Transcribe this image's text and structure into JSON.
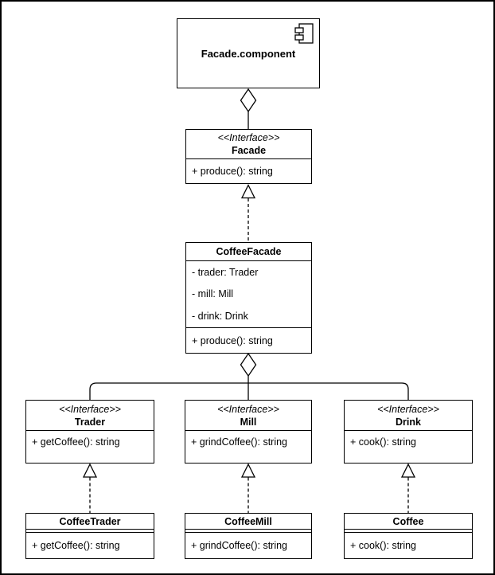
{
  "classes": {
    "facade_component": {
      "title": "Facade.component",
      "icon": "uml-component-icon"
    },
    "facade": {
      "stereotype": "<<Interface>>",
      "name": "Facade",
      "methods": [
        "+ produce(): string"
      ]
    },
    "coffee_facade": {
      "name": "CoffeeFacade",
      "attributes": [
        "- trader: Trader",
        "- mill: Mill",
        "- drink: Drink"
      ],
      "methods": [
        "+ produce(): string"
      ]
    },
    "trader": {
      "stereotype": "<<Interface>>",
      "name": "Trader",
      "methods": [
        "+ getCoffee(): string"
      ]
    },
    "mill": {
      "stereotype": "<<Interface>>",
      "name": "Mill",
      "methods": [
        "+ grindCoffee(): string"
      ]
    },
    "drink": {
      "stereotype": "<<Interface>>",
      "name": "Drink",
      "methods": [
        "+ cook(): string"
      ]
    },
    "coffee_trader": {
      "name": "CoffeeTrader",
      "methods": [
        "+ getCoffee(): string"
      ]
    },
    "coffee_mill": {
      "name": "CoffeeMill",
      "methods": [
        "+ grindCoffee(): string"
      ]
    },
    "coffee": {
      "name": "Coffee",
      "methods": [
        "+ cook(): string"
      ]
    }
  },
  "relationships": {
    "aggregation_component_facade": "Facade.component o-- Facade",
    "realization_coffeefacade_facade": "CoffeeFacade ..|> Facade",
    "aggregation_coffeefacade_parts": "CoffeeFacade o-- Trader, Mill, Drink",
    "realization_coffeetrader_trader": "CoffeeTrader ..|> Trader",
    "realization_coffeemill_mill": "CoffeeMill ..|> Mill",
    "realization_coffee_drink": "Coffee ..|> Drink"
  },
  "colors": {
    "stroke": "#000000",
    "fill": "#ffffff"
  }
}
